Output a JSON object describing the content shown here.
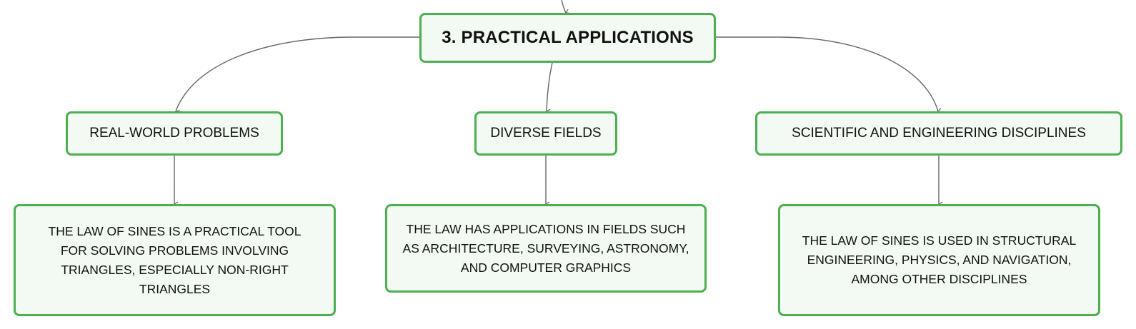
{
  "diagram": {
    "root": {
      "label": "3. PRACTICAL APPLICATIONS"
    },
    "branches": [
      {
        "label": "REAL-WORLD PROBLEMS",
        "detail": "THE LAW OF SINES IS A PRACTICAL TOOL FOR SOLVING PROBLEMS INVOLVING TRIANGLES, ESPECIALLY NON-RIGHT TRIANGLES"
      },
      {
        "label": "DIVERSE FIELDS",
        "detail": "THE LAW HAS APPLICATIONS IN FIELDS SUCH AS ARCHITECTURE, SURVEYING, ASTRONOMY, AND COMPUTER GRAPHICS"
      },
      {
        "label": "SCIENTIFIC AND ENGINEERING DISCIPLINES",
        "detail": "THE LAW OF SINES IS USED IN STRUCTURAL ENGINEERING, PHYSICS, AND NAVIGATION, AMONG OTHER DISCIPLINES"
      }
    ],
    "colors": {
      "node_border": "#4caf50",
      "node_fill": "#f3f9f3",
      "connector": "#666666",
      "text": "#111111"
    }
  }
}
